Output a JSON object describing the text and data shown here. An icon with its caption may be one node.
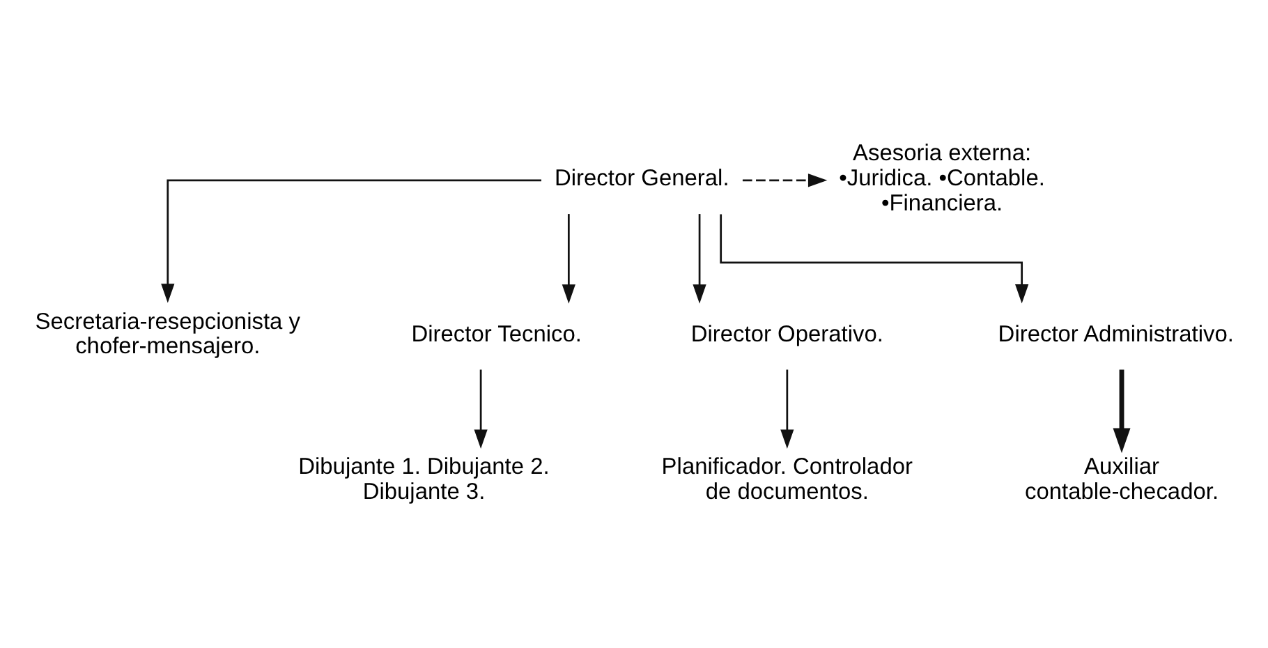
{
  "diagram": {
    "nodes": [
      {
        "text": [
          "Director General."
        ]
      },
      {
        "text": [
          "Asesoria externa:",
          "•Juridica. •Contable. •Financiera."
        ]
      },
      {
        "text": [
          "Secretaria-resepcionista y chofer-mensajero."
        ]
      },
      {
        "text": [
          "Director Tecnico."
        ]
      },
      {
        "text": [
          "Director Operativo."
        ]
      },
      {
        "text": [
          "Director Administrativo."
        ]
      },
      {
        "text": [
          "Dibujante 1. Dibujante 2. Dibujante 3."
        ]
      },
      {
        "text": [
          "Planificador. Controlador de documentos."
        ]
      },
      {
        "text": [
          "Auxiliar contable-checador."
        ]
      }
    ],
    "edges": [
      {
        "from": 0,
        "to": 1,
        "arrow": "to",
        "style": "dashed"
      },
      {
        "from": 0,
        "to": 2,
        "arrow": "to"
      },
      {
        "from": 0,
        "to": 3,
        "arrow": "to"
      },
      {
        "from": 0,
        "to": 4,
        "arrow": "to"
      },
      {
        "from": 0,
        "to": 5,
        "arrow": "to"
      },
      {
        "from": 3,
        "to": 6,
        "arrow": "to"
      },
      {
        "from": 4,
        "to": 7,
        "arrow": "to"
      },
      {
        "from": 5,
        "to": 8,
        "arrow": "to",
        "style": "thick"
      }
    ]
  }
}
